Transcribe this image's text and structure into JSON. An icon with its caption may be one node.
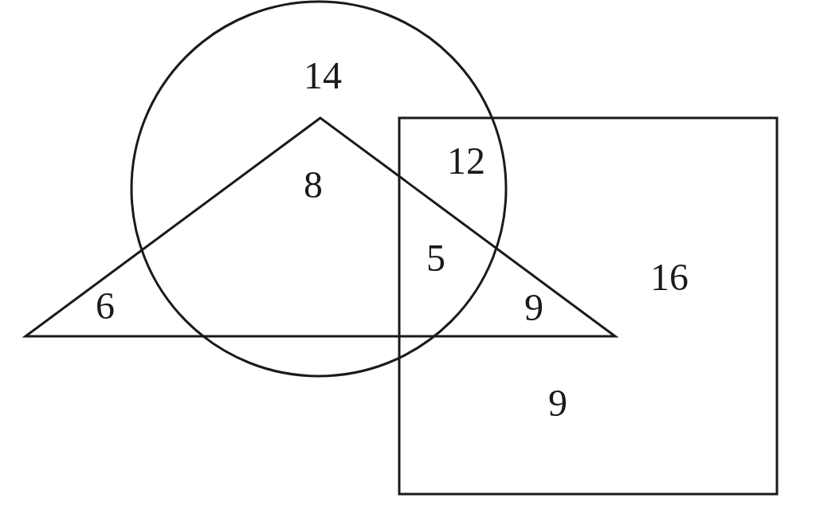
{
  "diagram": {
    "nodes": [
      {
        "text": [],
        "shape": "circle"
      },
      {
        "text": [],
        "shape": "triangle"
      },
      {
        "text": [],
        "shape": "box"
      }
    ],
    "labels": [
      "14",
      "12",
      "8",
      "5",
      "16",
      "6",
      "9",
      "9"
    ]
  }
}
